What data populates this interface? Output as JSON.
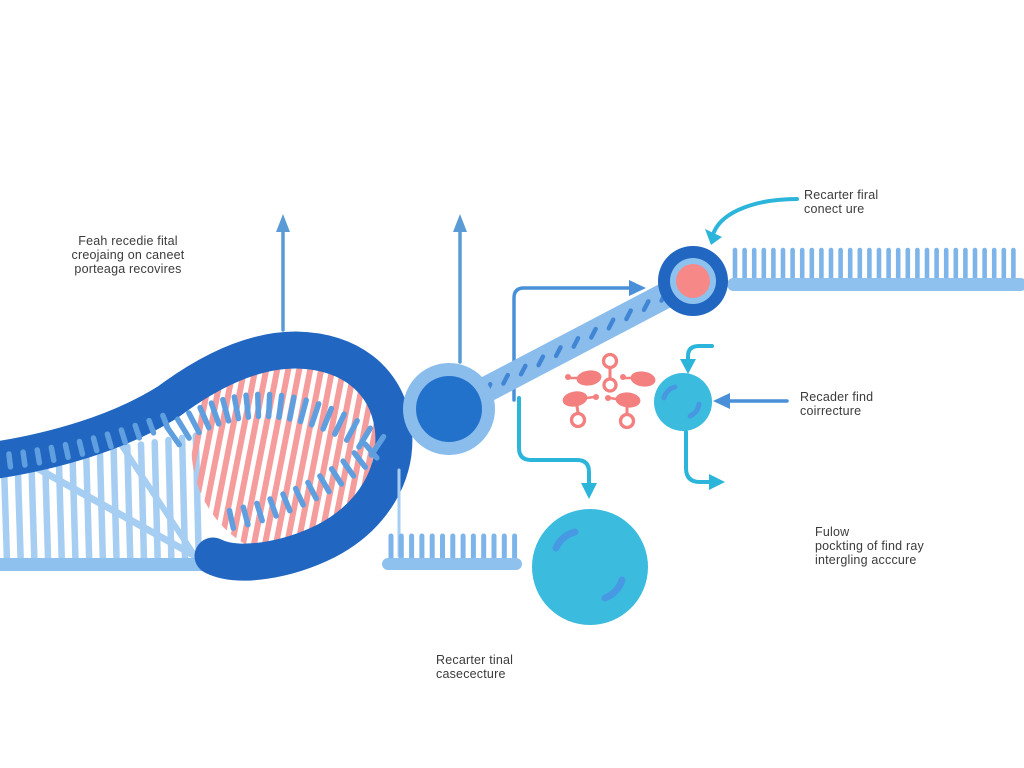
{
  "labels": {
    "top_left": {
      "lines": [
        "Feah recedie fital",
        "creojaing on caneet",
        "porteaga recovires"
      ]
    },
    "top_right": {
      "lines": [
        "Recarter firal",
        "conect ure"
      ]
    },
    "mid_right": {
      "lines": [
        "Recader find",
        "coirrecture"
      ]
    },
    "bottom_right": {
      "lines": [
        "Fulow",
        "pockting of find ray",
        "intergling acccure"
      ]
    },
    "bottom_center": {
      "lines": [
        "Recarter tinal",
        "casececture"
      ]
    }
  },
  "colors": {
    "background": "#ffffff",
    "text": "#3b3b3b",
    "dark_blue": "#2166c1",
    "inner_disc": "#2272cc",
    "band_blue": "#8abcec",
    "bar_blue": "#8fc1ee",
    "teeth_blue": "#7db5ea",
    "inner_teeth": "#5f9fdf",
    "light_strand": "#a6cdf2",
    "arrow_light": "#5b9bd5",
    "arrow_blue": "#4a90d9",
    "dash_blue": "#4186d4",
    "teal": "#2cb5da",
    "cyan_fill": "#3bbcdf",
    "cyan_arc": "#4a90e2",
    "pink": "#f37f7f",
    "pink_stripe": "#f59c9c",
    "pink_center": "#f78888",
    "light_ring": "#8ec2ee"
  }
}
